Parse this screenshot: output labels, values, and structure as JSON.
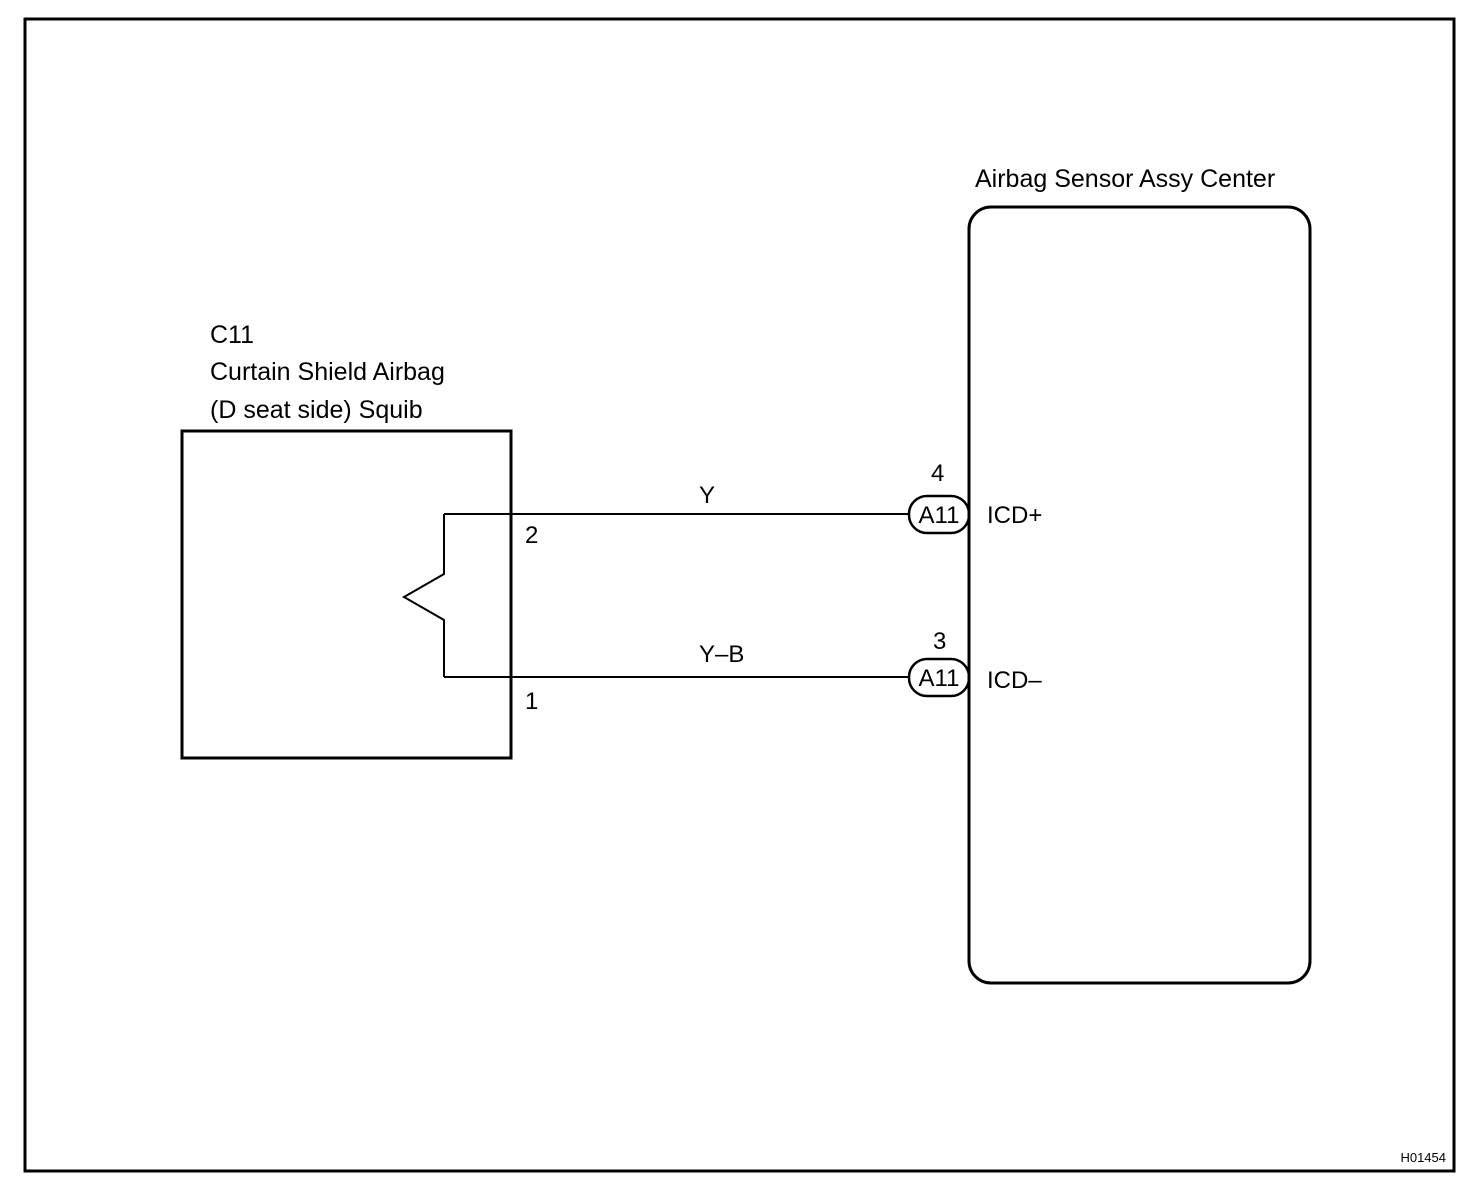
{
  "squib": {
    "code": "C11",
    "name_line1": "Curtain Shield Airbag",
    "name_line2": "(D seat side) Squib",
    "pin_plus": "2",
    "pin_minus": "1"
  },
  "sensor": {
    "title": "Airbag Sensor Assy Center",
    "terminal_plus": "ICD+",
    "terminal_minus": "ICD–"
  },
  "wires": [
    {
      "color_code": "Y",
      "connector": "A11",
      "pin": "4"
    },
    {
      "color_code": "Y–B",
      "connector": "A11",
      "pin": "3"
    }
  ],
  "figure_id": "H01454"
}
